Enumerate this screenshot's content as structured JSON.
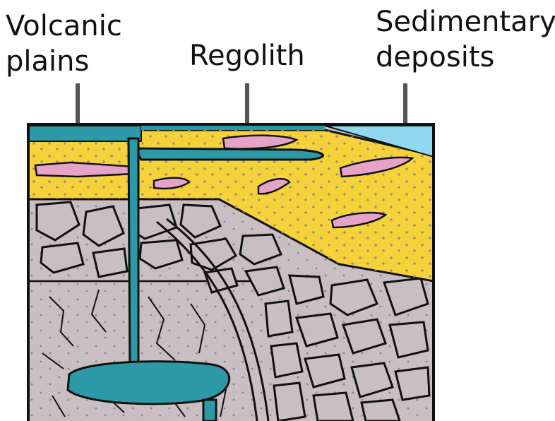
{
  "labels": {
    "volcanic_line1": "Volcanic",
    "volcanic_line2": "plains",
    "regolith": "Regolith",
    "sedimentary_line1": "Sedimentary",
    "sedimentary_line2": "deposits"
  },
  "colors": {
    "volcanic": "#2b9aa6",
    "regolith": "#f6d23a",
    "sediment": "#8fd8f0",
    "pink_lens": "#e6a3c8",
    "bedrock": "#c9bfc3",
    "outline": "#111111"
  }
}
